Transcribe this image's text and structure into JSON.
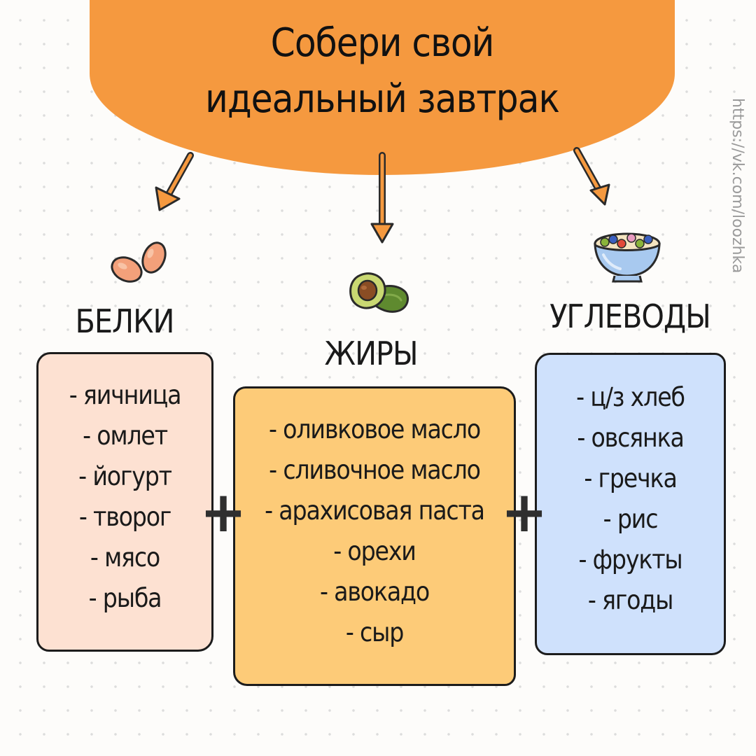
{
  "header": {
    "title_line1": "Собери свой",
    "title_line2": "идеальный завтрак",
    "color": "#f5993f"
  },
  "watermark": "https://vk.com/loozhka",
  "categories": [
    {
      "title": "БЕЛКИ",
      "icon": "eggs-icon",
      "color": "#fde1d2",
      "items": [
        "- яичница",
        "- омлет",
        "- йогурт",
        "- творог",
        "- мясо",
        "- рыба"
      ]
    },
    {
      "title": "ЖИРЫ",
      "icon": "avocado-icon",
      "color": "#fdcb78",
      "items": [
        "- оливковое масло",
        "- сливочное масло",
        "- арахисовая паста",
        "- орехи",
        "- авокадо",
        "- сыр"
      ]
    },
    {
      "title": "УГЛЕВОДЫ",
      "icon": "oatmeal-bowl-icon",
      "color": "#cfe1fc",
      "items": [
        "- ц/з хлеб",
        "- овсянка",
        "- гречка",
        "- рис",
        "- фрукты",
        "- ягоды"
      ]
    }
  ],
  "operators": [
    "+",
    "+"
  ]
}
